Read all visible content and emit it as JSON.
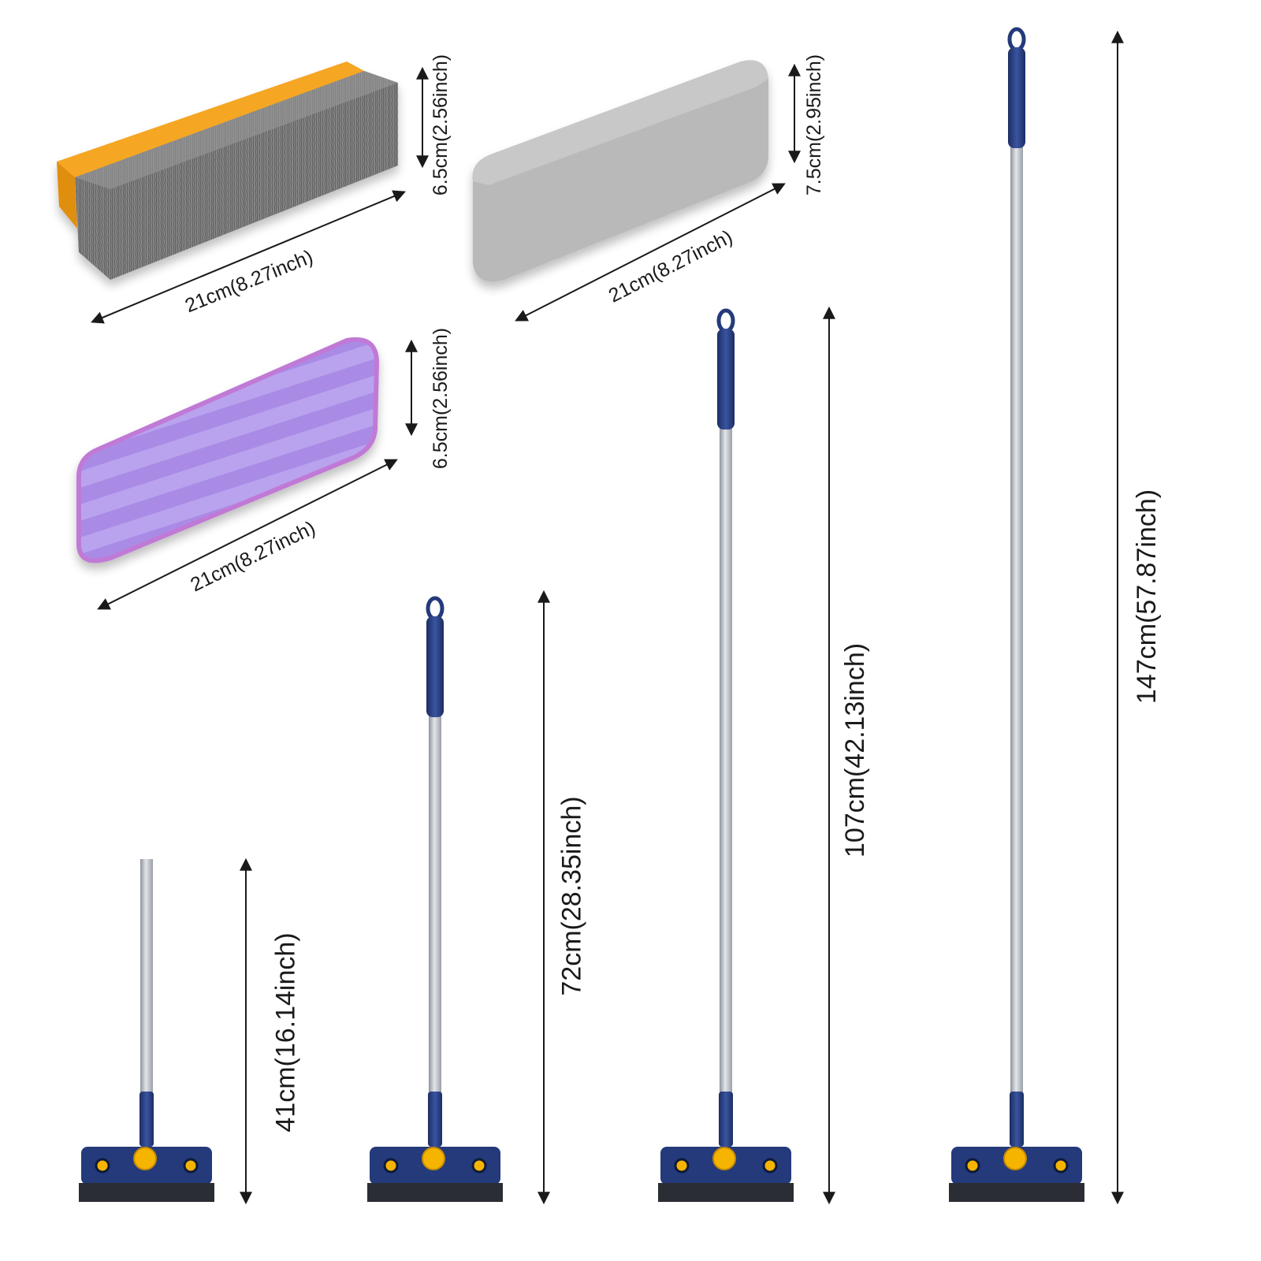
{
  "colors": {
    "brush_base": "#f5a623",
    "bristle": "#7a7a7a",
    "sponge": "#b9b9b9",
    "pad": "#a98be6",
    "pad_edge": "#c07ad6",
    "handle_blue": "#243a7a",
    "pole": "#b8bcc4",
    "knob": "#f5b400",
    "squeegee": "#2a2d33",
    "arrow": "#1a1a1a"
  },
  "heads": {
    "brush": {
      "width_label": "21cm(8.27inch)",
      "height_label": "6.5cm(2.56inch)"
    },
    "sponge": {
      "width_label": "21cm(8.27inch)",
      "height_label": "7.5cm(2.95inch)"
    },
    "pad": {
      "width_label": "21cm(8.27inch)",
      "height_label": "6.5cm(2.56inch)"
    }
  },
  "poles": [
    {
      "length_label": "41cm(16.14inch)"
    },
    {
      "length_label": "72cm(28.35inch)"
    },
    {
      "length_label": "107cm(42.13inch)"
    },
    {
      "length_label": "147cm(57.87inch)"
    }
  ]
}
